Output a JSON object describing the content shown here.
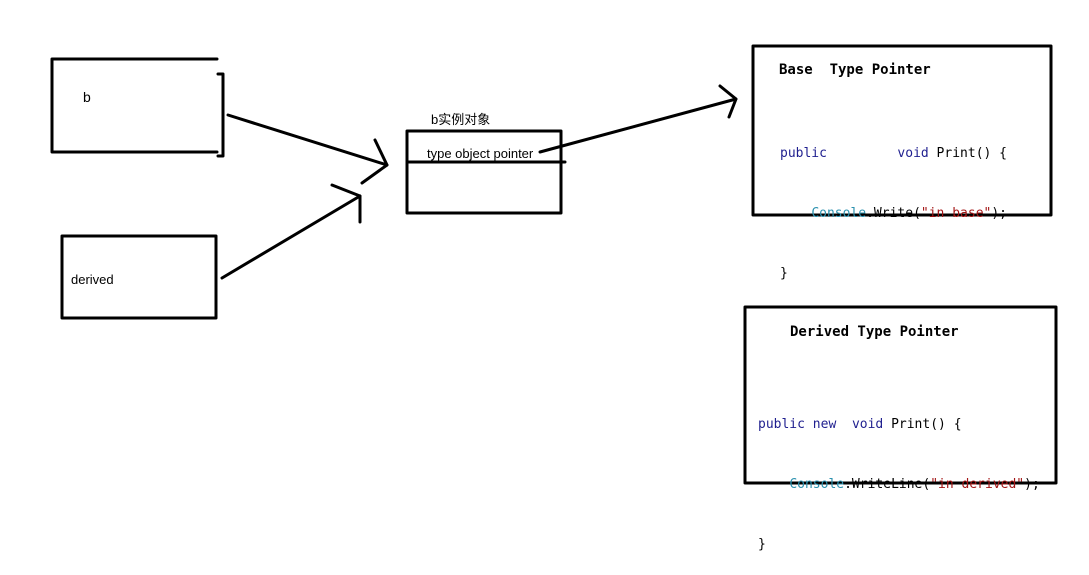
{
  "labels": {
    "b": "b",
    "derived": "derived",
    "object_title": "b实例对象",
    "object_field": "type object pointer"
  },
  "base_type": {
    "title": "Base  Type Pointer",
    "line1_kw": "public",
    "line1_gap": "         ",
    "line1_void": "void",
    "line1_rest": " Print() {",
    "line2_indent": "    ",
    "line2_type": "Console",
    "line2_call": ".Write(",
    "line2_string": "\"in base\"",
    "line2_end": ");",
    "line3": "}"
  },
  "derived_type": {
    "title": "Derived Type Pointer",
    "line1_kw": "public new",
    "line1_gap": "  ",
    "line1_void": "void",
    "line1_rest": " Print() {",
    "line2_indent": "    ",
    "line2_type": "Console",
    "line2_call": ".WriteLine(",
    "line2_string": "\"in derived\"",
    "line2_end": ");",
    "line3": "}"
  },
  "colors": {
    "stroke": "#000000",
    "keyword": "#1f1f8f",
    "type": "#2b91af",
    "string": "#a31515"
  }
}
